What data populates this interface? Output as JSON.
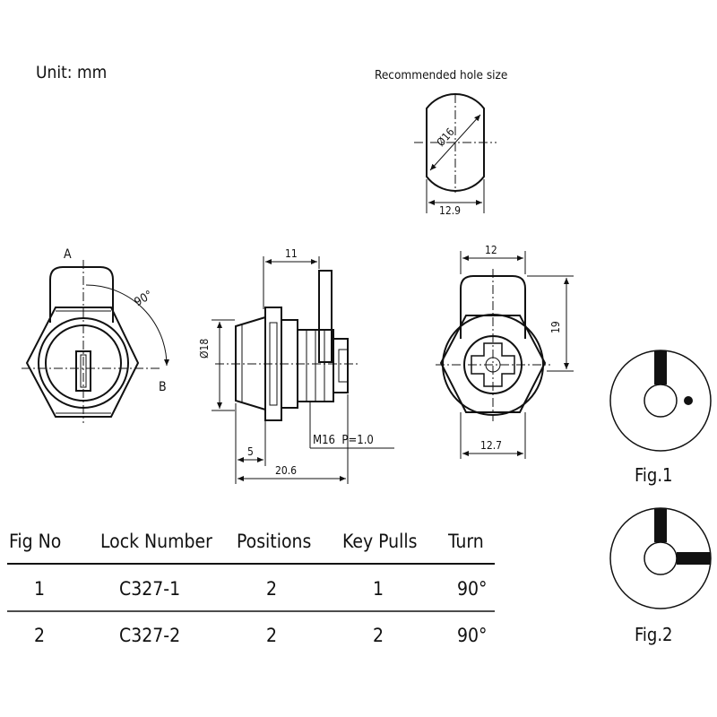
{
  "unit_label": "Unit: mm",
  "hole": {
    "title": "Recommended hole size",
    "diameter": "Ø16",
    "width": "12.9"
  },
  "front_view": {
    "label_a": "A",
    "label_b": "B",
    "angle": "90°"
  },
  "side_view": {
    "top_dim": "11",
    "dia_dim": "Ø18",
    "flange_dim": "5",
    "thread": "M16  P=1.0",
    "length_dim": "20.6"
  },
  "rear_view": {
    "top_dim": "12",
    "height_dim": "19",
    "bottom_dim": "12.7"
  },
  "figures": {
    "fig1_caption": "Fig.1",
    "fig2_caption": "Fig.2"
  },
  "table": {
    "headers": [
      "Fig No",
      "Lock Number",
      "Positions",
      "Key Pulls",
      "Turn"
    ],
    "rows": [
      [
        "1",
        "C327-1",
        "2",
        "1",
        "90°"
      ],
      [
        "2",
        "C327-2",
        "2",
        "2",
        "90°"
      ]
    ]
  }
}
